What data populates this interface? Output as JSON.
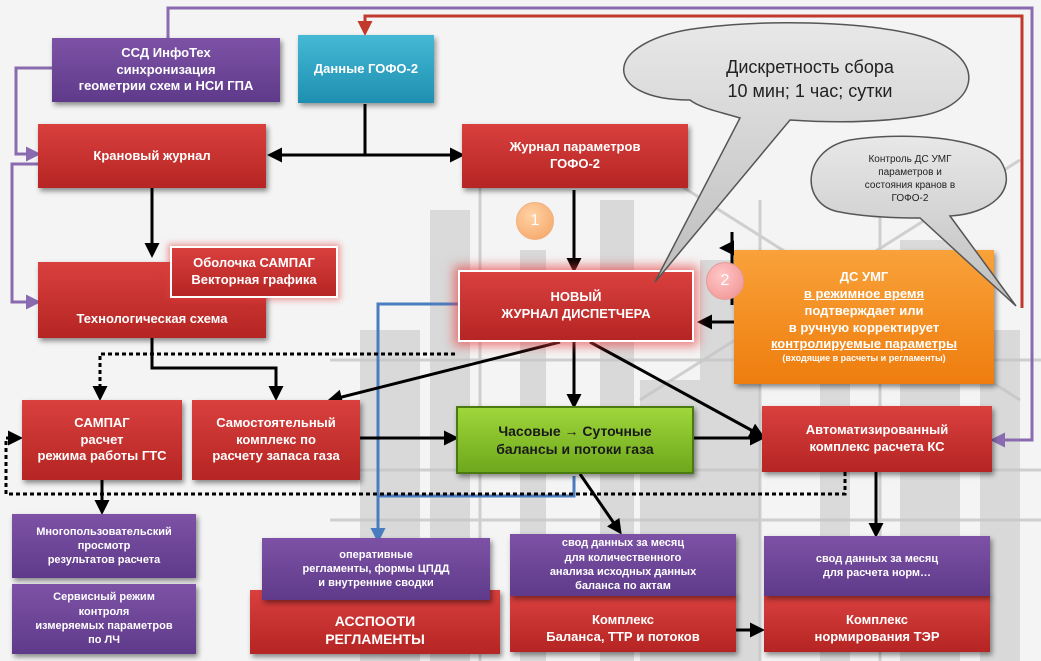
{
  "nodes": {
    "ssd": {
      "lines": [
        "ССД ИнфоТех",
        "синхронизация",
        "геометрии схем и  НСИ ГПА"
      ]
    },
    "gofo_data": {
      "lines": [
        "Данные ГОФО-2"
      ]
    },
    "kranovy": {
      "lines": [
        "Крановый журнал"
      ]
    },
    "journal_params": {
      "lines": [
        "Журнал параметров",
        "ГОФО-2"
      ]
    },
    "samp_shell": {
      "lines": [
        "Оболочка САМПАГ",
        "Векторная графика"
      ]
    },
    "tech_scheme": {
      "lines": [
        "Технологическая схема"
      ]
    },
    "new_journal": {
      "lines": [
        "НОВЫЙ",
        "ЖУРНАЛ ДИСПЕТЧЕРА"
      ]
    },
    "ds_umg": {
      "title": "ДС УМГ",
      "line1": "в режимное время",
      "line2": "подтверждает или",
      "line3": "в ручную корректирует",
      "line4": "контролируемые параметры",
      "note": "(входящие в расчеты и регламенты)"
    },
    "sampag": {
      "lines": [
        "САМПАГ",
        "расчет",
        "режима работы ГТС"
      ]
    },
    "gas_reserve": {
      "lines": [
        "Самостоятельный",
        "комплекс по",
        "расчету запаса газа"
      ]
    },
    "balances": {
      "lines": [
        "Часовые → Суточные",
        "балансы и потоки газа"
      ]
    },
    "auto_ks": {
      "lines": [
        "Автоматизированный",
        "комплекс расчета КС"
      ]
    },
    "multi_view": {
      "lines": [
        "Многопользовательский",
        "просмотр",
        "результатов расчета"
      ]
    },
    "service_mode": {
      "lines": [
        "Сервисный режим",
        "контроля",
        "измеряемых параметров",
        "по ЛЧ"
      ]
    },
    "operative": {
      "lines": [
        "оперативные",
        "регламенты, формы ЦПДД",
        "и внутренние сводки"
      ]
    },
    "asspooti": {
      "lines": [
        "АССПООТИ",
        "РЕГЛАМЕНТЫ"
      ]
    },
    "svod_balance": {
      "lines": [
        "свод данных за месяц",
        "для количественного",
        "анализа исходных данных",
        "баланса по актам"
      ]
    },
    "complex_balance": {
      "lines": [
        "Комплекс",
        "Баланса, ТТР и потоков"
      ]
    },
    "svod_norm": {
      "lines": [
        "свод данных за месяц",
        "для расчета норм…"
      ]
    },
    "complex_norm": {
      "lines": [
        "Комплекс",
        "нормирования ТЭР"
      ]
    }
  },
  "badges": {
    "b1": "1",
    "b2": "2"
  },
  "callouts": {
    "discreteness": [
      "Дискретность сбора",
      "10 мин; 1 час; сутки"
    ],
    "control": [
      "Контроль ДС УМГ",
      "параметров и",
      "состояния кранов в",
      "ГОФО-2"
    ]
  },
  "colors": {
    "red_box": "#c93330",
    "purple_box": "#6b4496",
    "teal_box": "#2aa3c4",
    "green_box": "#86c232",
    "orange_box": "#f28c1e",
    "arrow_black": "#000000",
    "loop_purple": "#8a6bb0",
    "loop_red": "#c0392b",
    "loop_blue": "#4a7dc0"
  }
}
